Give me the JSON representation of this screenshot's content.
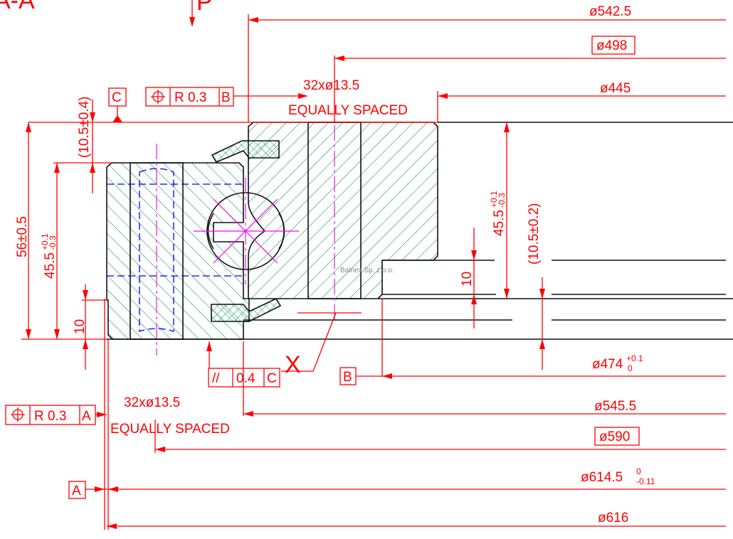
{
  "title": "A-A",
  "view_marker": "P",
  "watermark": "Balnex Sp. z o.o.",
  "colors": {
    "dimension": "#ff0000",
    "hatch": "#139a6f",
    "hidden": "#0000ff",
    "center": "#ff00ff",
    "outline": "#111111"
  },
  "datums": {
    "a": "A",
    "b": "B",
    "c": "C"
  },
  "top_frame": {
    "symbol": "position-icon",
    "value": "R  0.3",
    "datum": "B"
  },
  "bottom_frame": {
    "symbol": "position-icon",
    "value": "R  0.3",
    "datum": "A"
  },
  "parallel_frame": {
    "symbol": "//",
    "value": "0.4",
    "datum": "C"
  },
  "detail_label": "X",
  "holes_top": {
    "count": "32xø13.5",
    "note": "EQUALLY SPACED"
  },
  "holes_bottom": {
    "count": "32xø13.5",
    "note": "EQUALLY SPACED"
  },
  "diameters": {
    "d542": "ø542.5",
    "d498": "ø498",
    "d445": "ø445",
    "d474": "ø474",
    "d474_upper": "+0.1",
    "d474_lower": "0",
    "d545": "ø545.5",
    "d590": "ø590",
    "d614": "ø614.5",
    "d614_upper": "0",
    "d614_lower": "-0.11",
    "d616": "ø616"
  },
  "heights": {
    "h56": "56±0.5",
    "h45_left": "45.5",
    "h45_tol_upper": "+0.1",
    "h45_tol_lower": "-0.3",
    "h10_left": "10",
    "h10_5_left": "(10.5±0.4)",
    "h45_right": "45.5",
    "h10_5_right": "(10.5±0.2)",
    "h10_right": "10"
  }
}
